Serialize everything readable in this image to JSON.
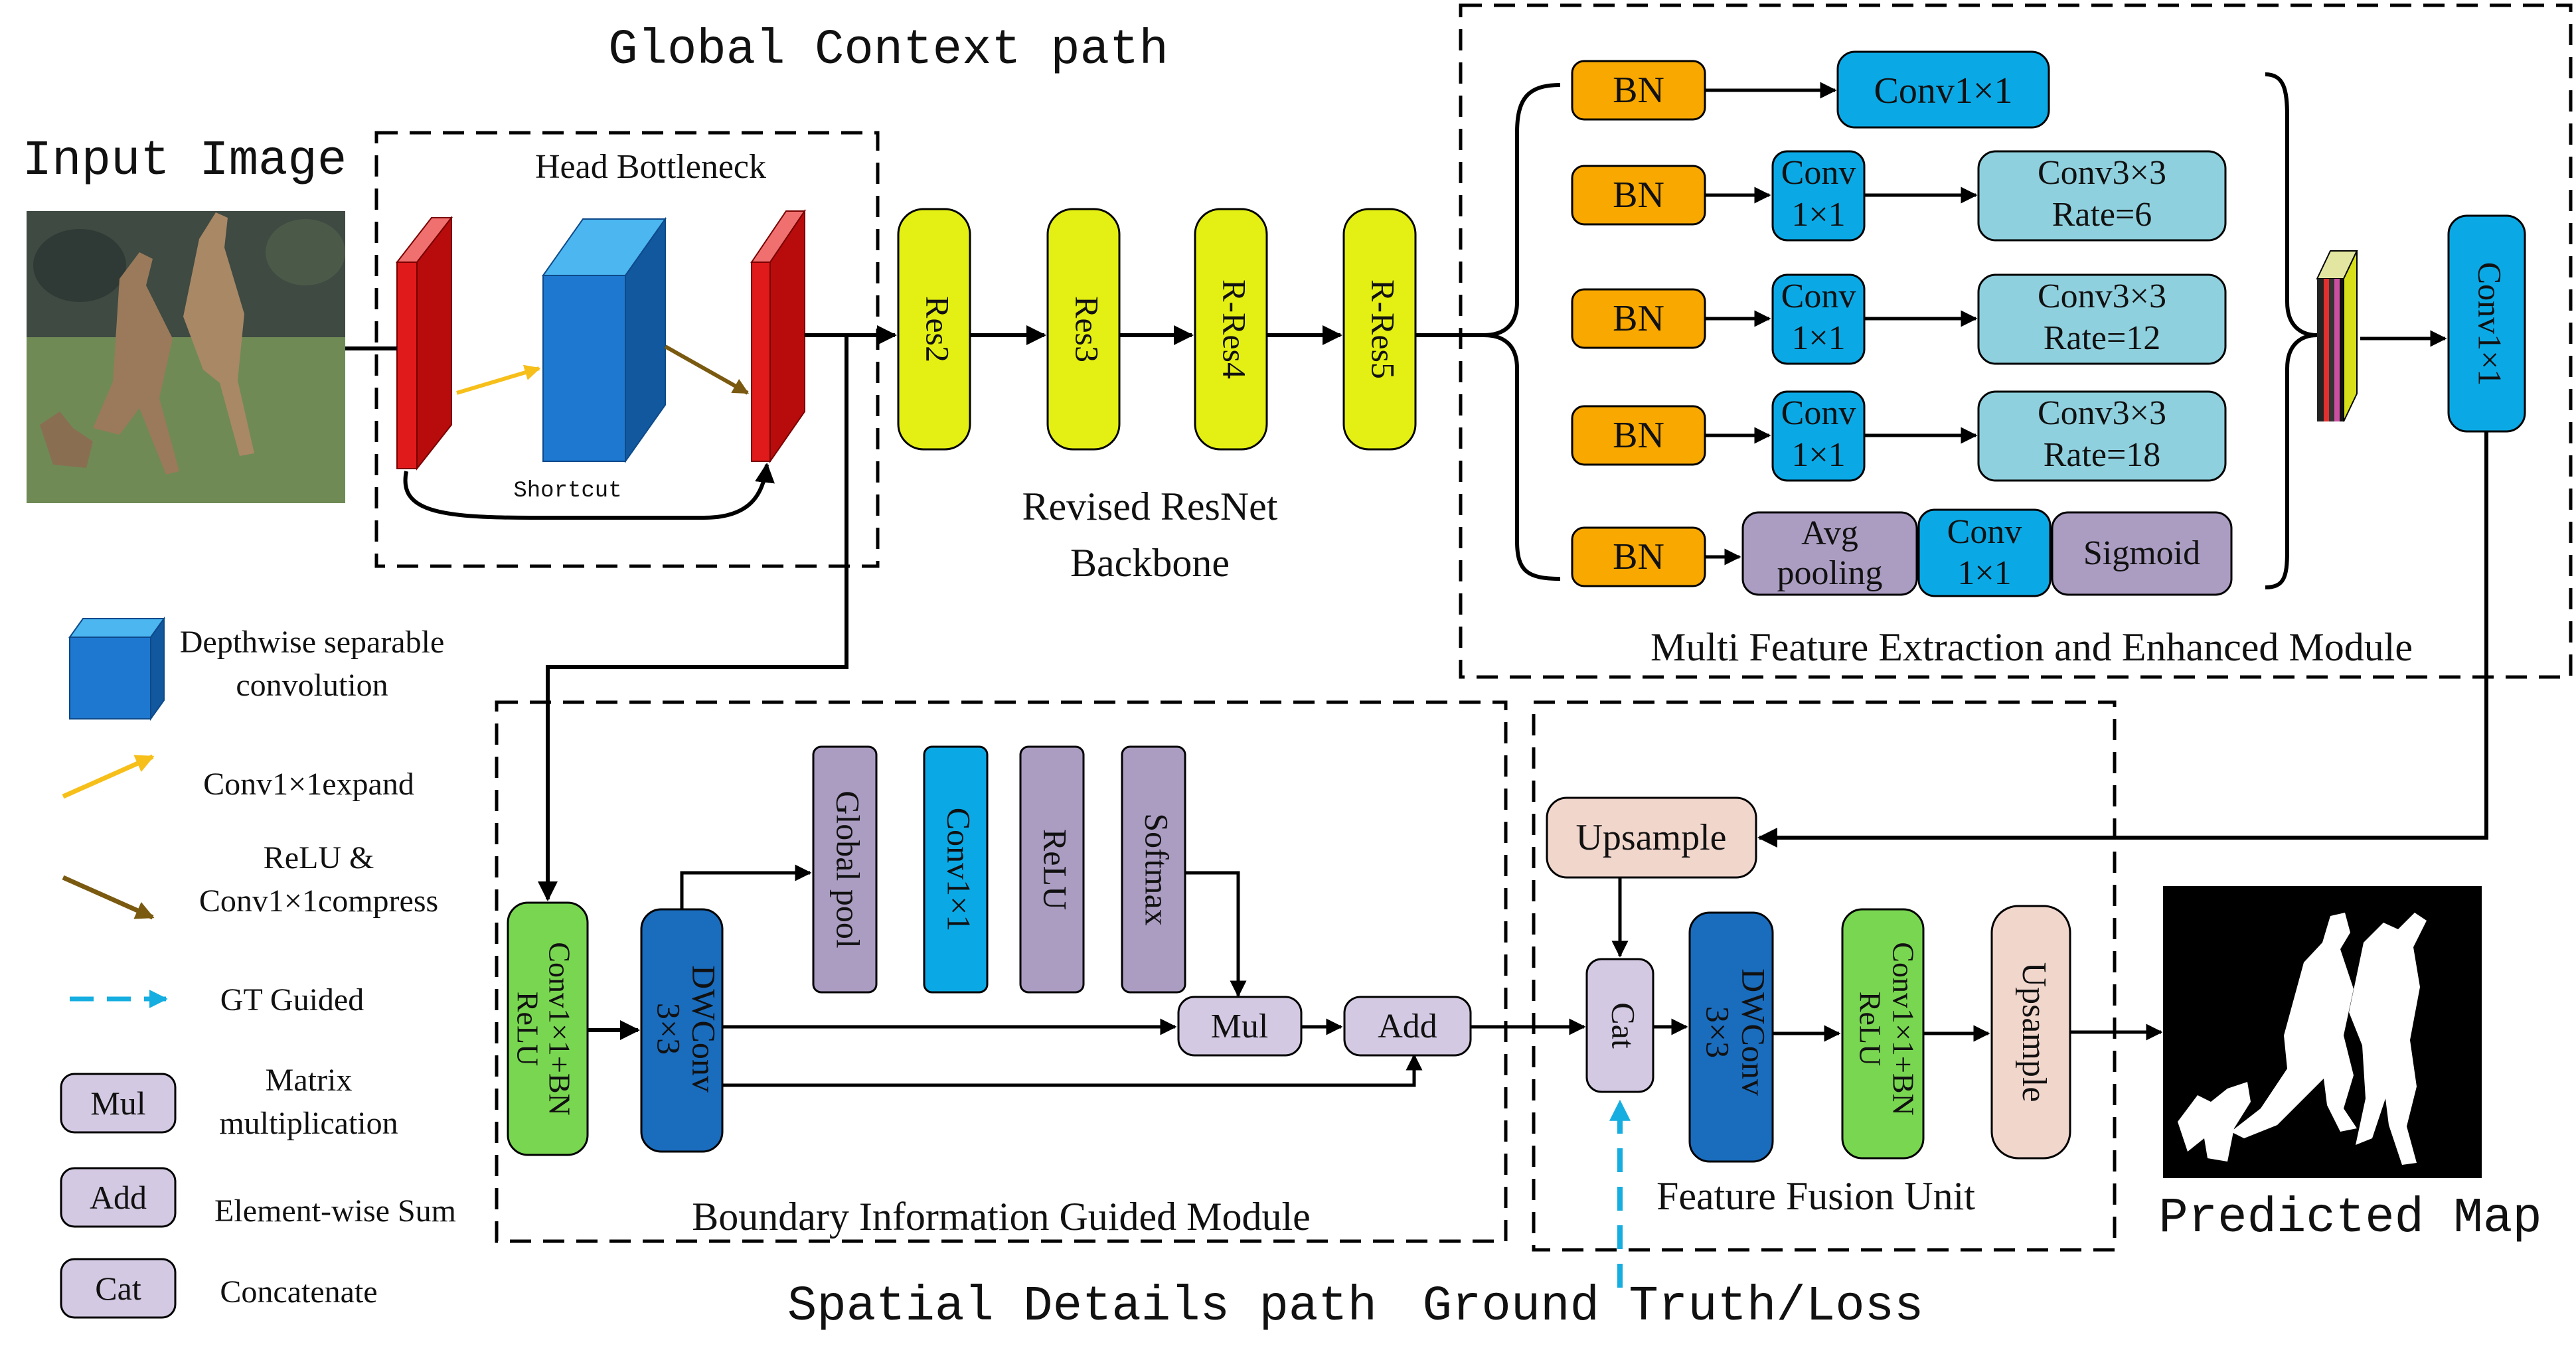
{
  "colors": {
    "bn": "#f9a800",
    "conv": "#0aa9e6",
    "light_teal": "#8fd0de",
    "purple": "#ab9dc2",
    "yellow_green": "#e4ef13",
    "green": "#79d651",
    "dark_blue": "#1a6cbd",
    "pink": "#f1d6cc",
    "lavender": "#d3c9e2",
    "red": "#e01a1a",
    "gt_arrow": "#16aee0",
    "expand_arrow": "#f6bf1a",
    "compress_arrow": "#7a5a10"
  },
  "titles": {
    "global_path": "Global Context path",
    "input_image": "Input Image",
    "spatial_path": "Spatial Details path",
    "ground_truth": "Ground Truth/Loss",
    "predicted_map": "Predicted Map"
  },
  "head_bottleneck": {
    "title": "Head Bottleneck",
    "shortcut": "Shortcut"
  },
  "backbone": {
    "stages": [
      "Res2",
      "Res3",
      "R-Res4",
      "R-Res5"
    ],
    "caption_line1": "Revised ResNet",
    "caption_line2": "Backbone"
  },
  "mfem": {
    "title": "Multi Feature Extraction  and Enhanced Module",
    "bn": "BN",
    "conv1x1": "Conv1×1",
    "conv_l1": "Conv",
    "conv_l2": "1×1",
    "conv3_label": "Conv3×3",
    "rates": [
      "Rate=6",
      "Rate=12",
      "Rate=18"
    ],
    "avg_l1": "Avg",
    "avg_l2": "pooling",
    "sigmoid": "Sigmoid",
    "out_conv": "Conv1×1"
  },
  "bigm": {
    "title": "Boundary Information Guided Module",
    "conv_bn_l1": "Conv1×1+BN",
    "conv_bn_l2": "ReLU",
    "dwconv_l1": "DWConv",
    "dwconv_l2": "3×3",
    "global_pool": "Global pool",
    "conv1x1": "Conv1×1",
    "relu": "ReLU",
    "softmax": "Softmax",
    "mul": "Mul",
    "add": "Add"
  },
  "ffu": {
    "title": "Feature Fusion  Unit",
    "upsample_top": "Upsample",
    "cat": "Cat",
    "dwconv_l1": "DWConv",
    "dwconv_l2": "3×3",
    "conv_bn_l1": "Conv1×1+BN",
    "conv_bn_l2": "ReLU",
    "upsample_v": "Upsample"
  },
  "legend": {
    "dws_l1": "Depthwise separable",
    "dws_l2": "convolution",
    "expand": "Conv1×1expand",
    "compress_l1": "ReLU &",
    "compress_l2": "Conv1×1compress",
    "gt_guided": "GT Guided",
    "mul": "Mul",
    "mul_desc_l1": "Matrix",
    "mul_desc_l2": "multiplication",
    "add": "Add",
    "add_desc": "Element-wise Sum",
    "cat": "Cat",
    "cat_desc": "Concatenate"
  }
}
